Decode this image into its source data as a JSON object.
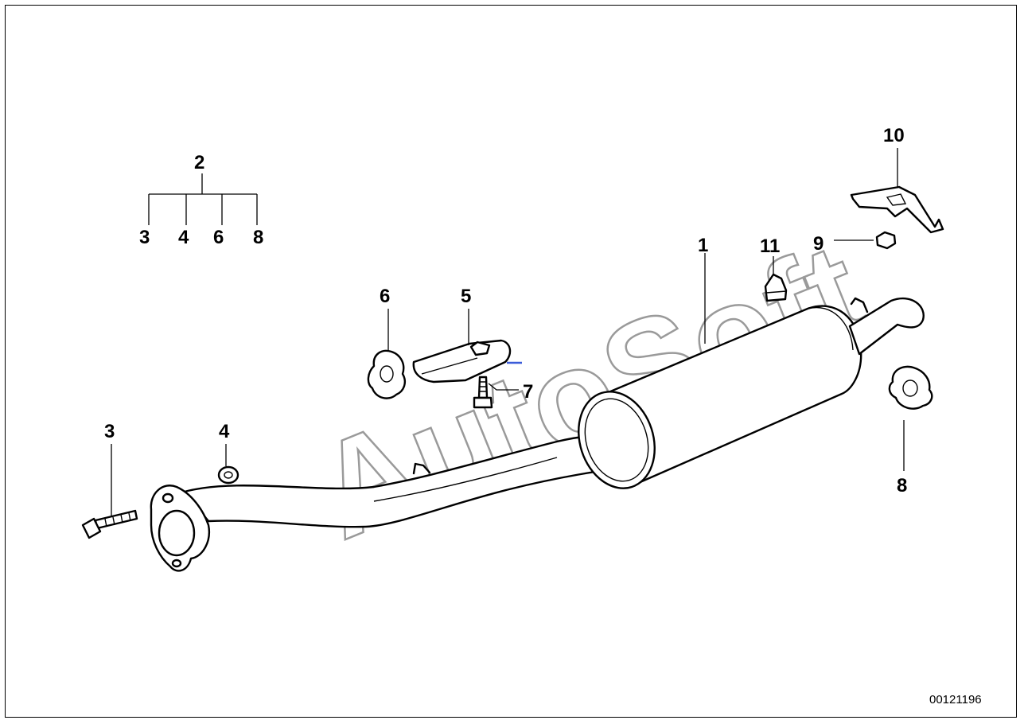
{
  "diagram": {
    "document_number": "00121196",
    "watermark": "AutoSoft",
    "kit": {
      "label": "2",
      "contents": [
        "3",
        "4",
        "6",
        "8"
      ]
    },
    "callouts": {
      "muffler": "1",
      "bolt": "3",
      "nut_flange": "4",
      "bracket": "5",
      "rubber_mount_left": "6",
      "screw": "7",
      "rubber_mount_right": "8",
      "hex_nut": "9",
      "hanger_bracket": "10",
      "rubber_buffer": "11"
    },
    "colors": {
      "line": "#000000",
      "watermark": "#9a9a9a",
      "highlight": "#3b5cd9"
    }
  }
}
